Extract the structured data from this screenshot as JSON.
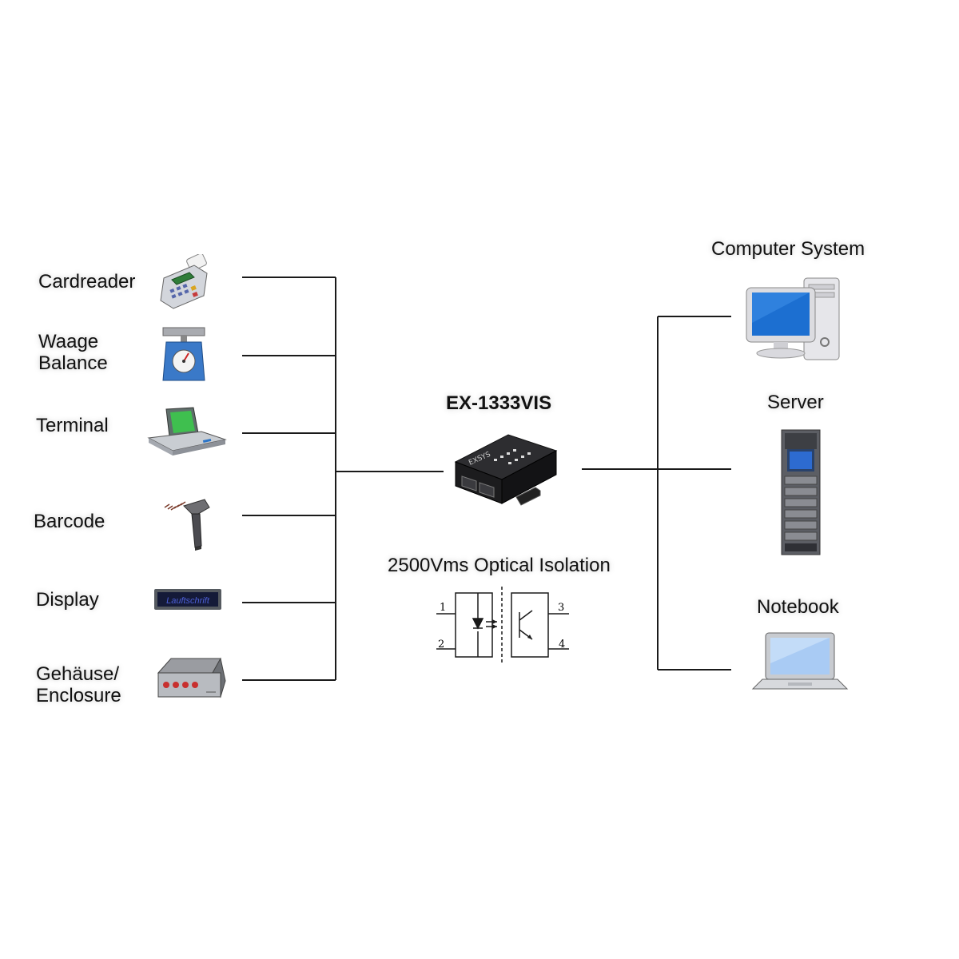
{
  "left_devices": [
    {
      "label": "Cardreader",
      "icon": "cardreader-icon"
    },
    {
      "label": "Waage",
      "label2": "Balance",
      "icon": "scale-icon"
    },
    {
      "label": "Terminal",
      "icon": "terminal-icon"
    },
    {
      "label": "Barcode",
      "icon": "barcode-scanner-icon"
    },
    {
      "label": "Display",
      "icon": "led-display-icon"
    },
    {
      "label": "Gehäuse/",
      "label2": "Enclosure",
      "icon": "enclosure-icon"
    }
  ],
  "center": {
    "device_name": "EX-1333VIS",
    "isolation_label": "2500Vms Optical Isolation",
    "optocoupler_pins": [
      "1",
      "2",
      "3",
      "4"
    ],
    "display_text": "Lauftschrift"
  },
  "right_devices": [
    {
      "label": "Computer System",
      "icon": "desktop-computer-icon"
    },
    {
      "label": "Server",
      "icon": "server-rack-icon"
    },
    {
      "label": "Notebook",
      "icon": "notebook-icon"
    }
  ]
}
